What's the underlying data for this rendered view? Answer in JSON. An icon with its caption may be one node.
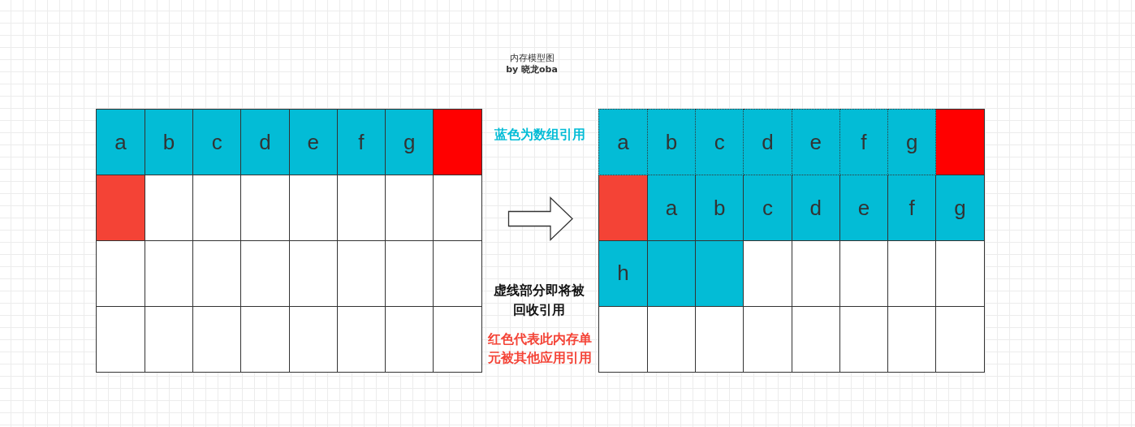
{
  "diagram": {
    "nodes": [
      {
        "text": [],
        "shape": "box"
      },
      {
        "text": [
          "a"
        ],
        "in": 0
      },
      {
        "text": [
          "b"
        ],
        "in": 0
      },
      {
        "text": [
          "c"
        ],
        "in": 0
      },
      {
        "text": [
          "d"
        ],
        "in": 0
      },
      {
        "text": [
          "e"
        ],
        "in": 0
      },
      {
        "text": [
          "f"
        ],
        "in": 0
      },
      {
        "text": [
          "g"
        ],
        "in": 0
      },
      {
        "text": [],
        "shape": "box",
        "in": 0
      },
      {
        "text": [],
        "shape": "box",
        "in": 0
      },
      {
        "text": [],
        "shape": "box",
        "in": 0
      },
      {
        "text": [],
        "shape": "box",
        "in": 0
      },
      {
        "text": [],
        "shape": "box",
        "in": 0
      },
      {
        "text": [],
        "shape": "box",
        "in": 0
      },
      {
        "text": [],
        "shape": "box",
        "in": 0
      },
      {
        "text": [],
        "shape": "box",
        "in": 0
      },
      {
        "text": [],
        "shape": "box",
        "in": 0
      },
      {
        "text": [],
        "shape": "box",
        "in": 0
      },
      {
        "text": [],
        "shape": "box",
        "in": 0
      },
      {
        "text": [],
        "shape": "box",
        "in": 0
      },
      {
        "text": [],
        "shape": "box",
        "in": 0
      },
      {
        "text": [],
        "shape": "box",
        "in": 0
      },
      {
        "text": [],
        "shape": "box",
        "in": 0
      },
      {
        "text": [],
        "shape": "box",
        "in": 0
      },
      {
        "text": [],
        "shape": "box",
        "in": 0
      },
      {
        "text": [],
        "shape": "box",
        "in": 0
      },
      {
        "text": [],
        "shape": "box",
        "in": 0
      },
      {
        "text": [],
        "shape": "box",
        "in": 0
      },
      {
        "text": [],
        "shape": "box",
        "in": 0
      },
      {
        "text": [],
        "shape": "box",
        "in": 0
      },
      {
        "text": [],
        "shape": "box",
        "in": 0
      },
      {
        "text": [],
        "shape": "box",
        "in": 0
      },
      {
        "text": [],
        "shape": "box",
        "in": 0
      },
      {
        "text": [],
        "shape": "box"
      },
      {
        "text": [
          "a"
        ],
        "in": 33
      },
      {
        "text": [
          "b"
        ],
        "in": 33
      },
      {
        "text": [
          "c"
        ],
        "in": 33
      },
      {
        "text": [
          "d"
        ],
        "in": 33
      },
      {
        "text": [
          "e"
        ],
        "in": 33
      },
      {
        "text": [
          "f"
        ],
        "in": 33
      },
      {
        "text": [
          "g"
        ],
        "in": 33
      },
      {
        "text": [],
        "shape": "box",
        "in": 33
      },
      {
        "text": [],
        "shape": "box",
        "in": 33
      },
      {
        "text": [
          "a"
        ],
        "in": 33
      },
      {
        "text": [
          "b"
        ],
        "in": 33
      },
      {
        "text": [
          "c"
        ],
        "in": 33
      },
      {
        "text": [
          "d"
        ],
        "in": 33
      },
      {
        "text": [
          "e"
        ],
        "in": 33
      },
      {
        "text": [
          "f"
        ],
        "in": 33
      },
      {
        "text": [
          "g"
        ],
        "in": 33
      },
      {
        "text": [
          "h"
        ],
        "in": 33
      },
      {
        "text": [],
        "shape": "box",
        "in": 33
      },
      {
        "text": [],
        "shape": "box",
        "in": 33
      },
      {
        "text": [],
        "shape": "box",
        "in": 33
      },
      {
        "text": [],
        "shape": "box",
        "in": 33
      },
      {
        "text": [],
        "shape": "box",
        "in": 33
      },
      {
        "text": [],
        "shape": "box",
        "in": 33
      },
      {
        "text": [],
        "shape": "box",
        "in": 33
      },
      {
        "text": [],
        "shape": "box",
        "in": 33
      },
      {
        "text": [],
        "shape": "box",
        "in": 33
      },
      {
        "text": [],
        "shape": "box",
        "in": 33
      },
      {
        "text": [],
        "shape": "box",
        "in": 33
      },
      {
        "text": [],
        "shape": "box",
        "in": 33
      },
      {
        "text": [],
        "shape": "box",
        "in": 33
      },
      {
        "text": [],
        "shape": "box",
        "in": 33
      },
      {
        "text": [],
        "shape": "box",
        "in": 33
      }
    ],
    "edges": [
      {
        "from": 0,
        "to": 33,
        "arrow": "to"
      }
    ],
    "title": "内存模型图",
    "labels": [
      "by 晓龙oba",
      "蓝色为数组引用",
      "虚线部分即将被回收引用",
      "红色代表此内存单元被其他应用引用"
    ]
  }
}
